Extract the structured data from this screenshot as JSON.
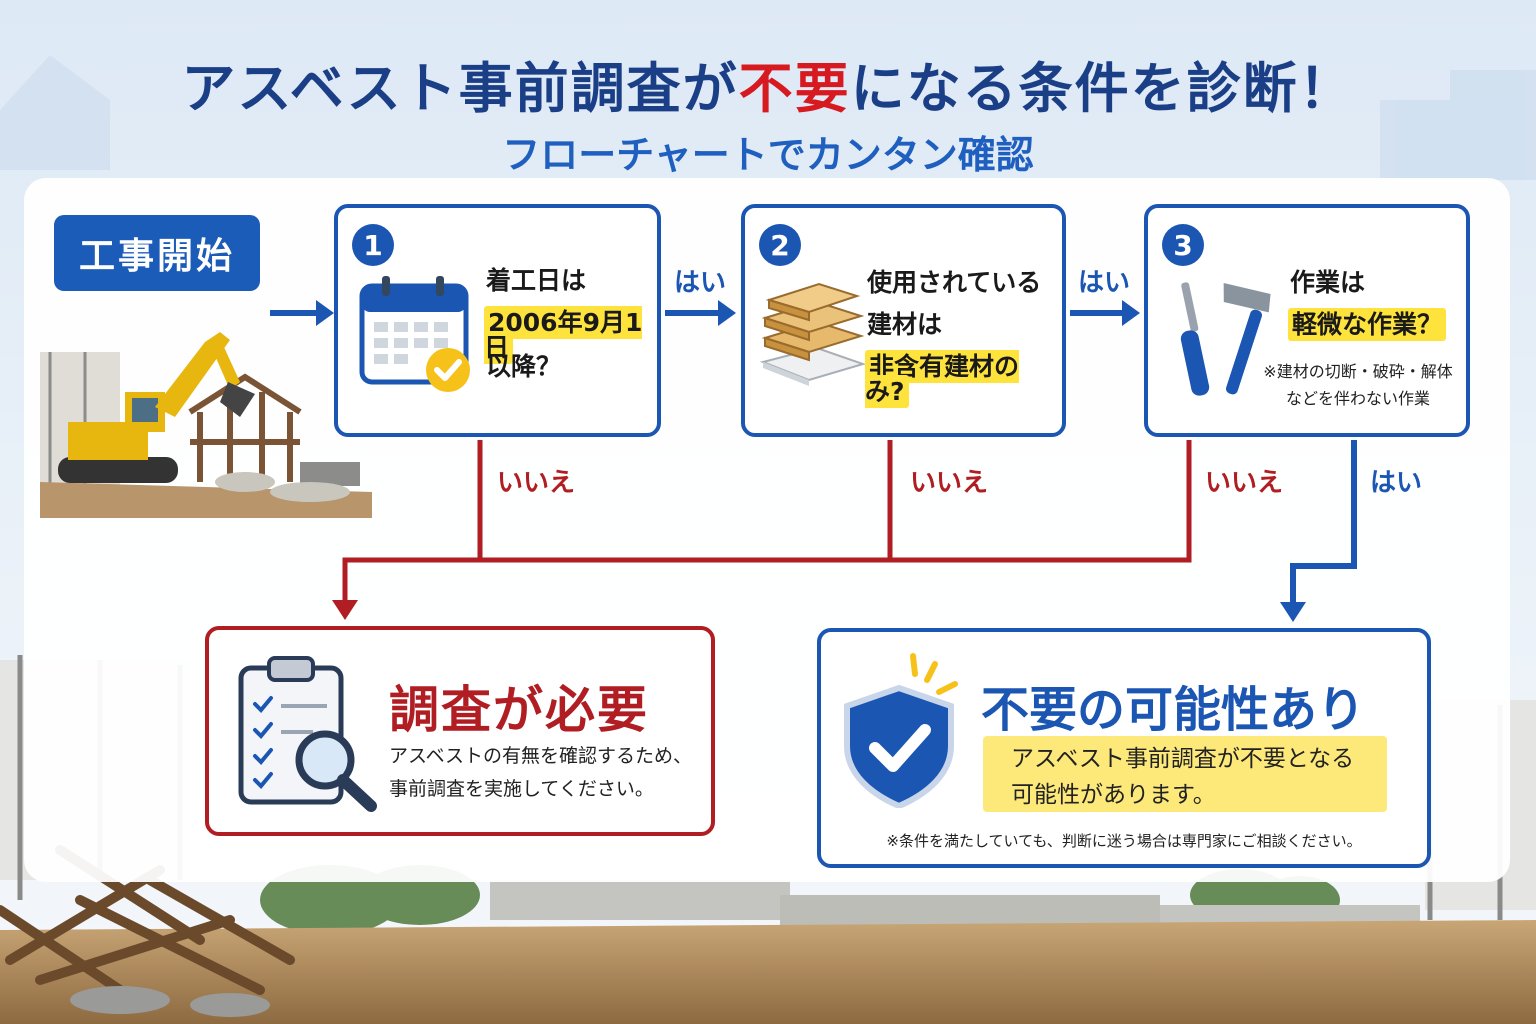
{
  "title": {
    "part1": "アスベスト事前調査が",
    "emphasis": "不要",
    "part2": "になる条件を診断！"
  },
  "subtitle": "フローチャートでカンタン確認",
  "start_label": "工事開始",
  "steps": [
    {
      "number": "1",
      "line1": "着工日は",
      "highlight": "2006年9月1日",
      "line3": "以降？",
      "icon": "calendar-check-icon"
    },
    {
      "number": "2",
      "line1": "使用されている",
      "line2": "建材は",
      "highlight": "非含有建材のみ?",
      "icon": "building-materials-icon"
    },
    {
      "number": "3",
      "line1": "作業は",
      "highlight": "軽微な作業？",
      "note1": "※建材の切断・破砕・解体",
      "note2": "などを伴わない作業",
      "icon": "tools-icon"
    }
  ],
  "labels": {
    "yes": "はい",
    "no": "いいえ"
  },
  "result_required": {
    "title": "調査が必要",
    "body1": "アスベストの有無を確認するため、",
    "body2": "事前調査を実施してください。",
    "icon": "clipboard-magnifier-icon"
  },
  "result_unneeded": {
    "title": "不要の可能性あり",
    "body1": "アスベスト事前調査が不要となる",
    "body2": "可能性があります。",
    "note": "※条件を満たしていても、判断に迷う場合は専門家にご相談ください。",
    "icon": "shield-check-icon"
  },
  "colors": {
    "blue": "#1b56b3",
    "red": "#b01d22",
    "highlight": "#ffe33d",
    "title_red": "#d71920"
  }
}
